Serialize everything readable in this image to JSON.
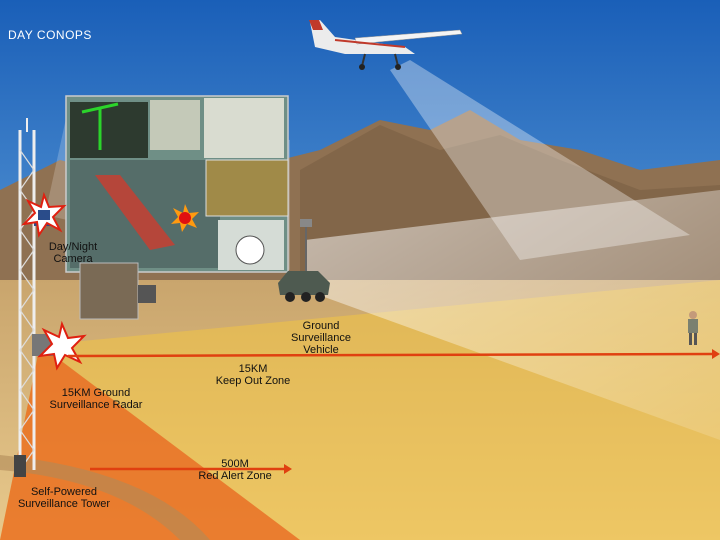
{
  "title": "DAY CONOPS",
  "labels": {
    "camera": "Day/Night\nCamera",
    "vehicle": "Ground\nSurveillance\nVehicle",
    "keep_out": "15KM\nKeep Out Zone",
    "radar": "15KM Ground\nSurveillance Radar",
    "red_alert": "500M\nRed Alert Zone",
    "tower": "Self-Powered\nSurveillance Tower"
  },
  "colors": {
    "sky_top": "#1a5fb8",
    "sky_bottom": "#4f8fd0",
    "hills": "#9a7a55",
    "ground": "#d6b274",
    "zone_orange": "#e8641e",
    "zone_yellow": "#f2c443",
    "range_line": "#e04010"
  },
  "icons": [
    "aircraft-icon",
    "radar-burst-icon",
    "camera-burst-icon",
    "target-burst-icon",
    "surveillance-tower-icon",
    "ground-vehicle-icon",
    "soldier-icon"
  ]
}
